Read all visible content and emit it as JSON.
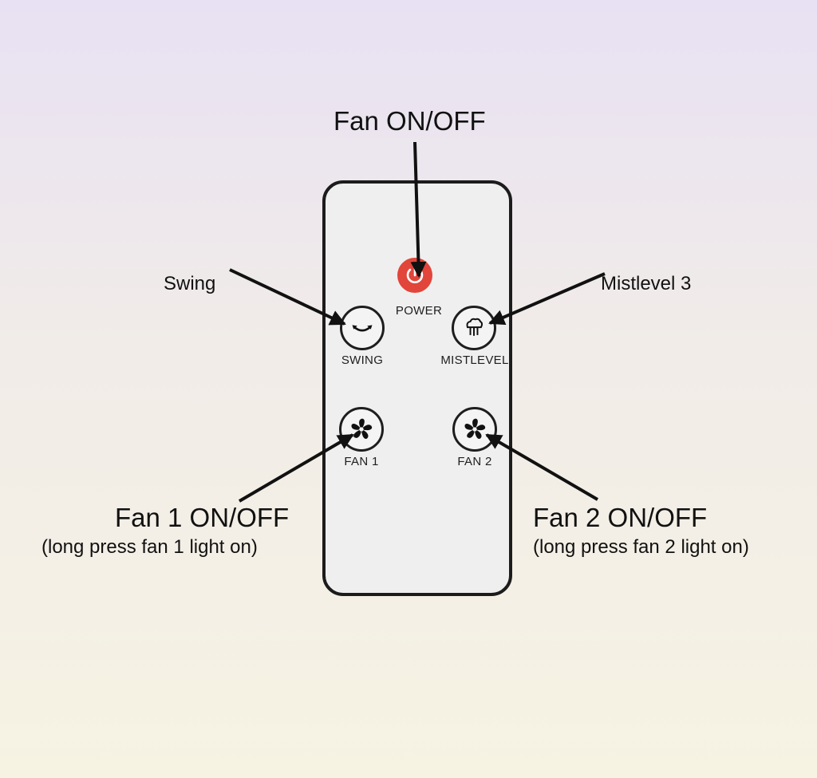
{
  "remote": {
    "buttons": {
      "power": {
        "label": "POWER",
        "icon": "power-icon",
        "color": "#e2453a"
      },
      "swing": {
        "label": "SWING",
        "icon": "swing-arrows-icon"
      },
      "mistlevel": {
        "label": "MISTLEVEL",
        "icon": "mist-icon"
      },
      "fan1": {
        "label": "FAN 1",
        "icon": "fan-icon"
      },
      "fan2": {
        "label": "FAN 2",
        "icon": "fan-icon"
      }
    }
  },
  "callouts": {
    "power": {
      "title": "Fan ON/OFF"
    },
    "swing": {
      "title": "Swing"
    },
    "mistlevel": {
      "title": "Mistlevel 3"
    },
    "fan1": {
      "title": "Fan 1 ON/OFF",
      "note": "(long press fan 1 light on)"
    },
    "fan2": {
      "title": "Fan 2 ON/OFF",
      "note": "(long press fan 2 light on)"
    }
  }
}
